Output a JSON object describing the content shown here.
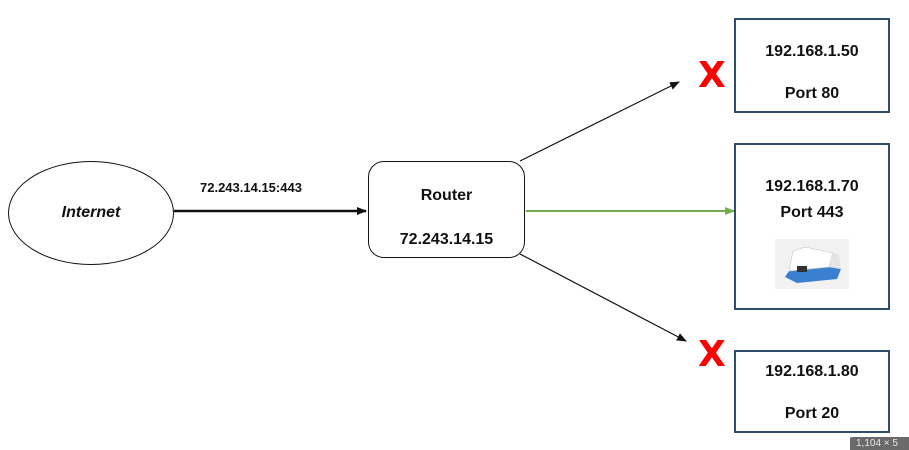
{
  "nodes": {
    "internet": {
      "label": "Internet"
    },
    "router": {
      "title": "Router",
      "ip": "72.243.14.15"
    },
    "hosts": [
      {
        "ip": "192.168.1.50",
        "port": "Port 80",
        "status": "blocked",
        "marker": "X"
      },
      {
        "ip": "192.168.1.70",
        "port": "Port 443",
        "status": "allowed"
      },
      {
        "ip": "192.168.1.80",
        "port": "Port 20",
        "status": "blocked",
        "marker": "X"
      }
    ]
  },
  "edges": {
    "inbound_label": "72.243.14.15:443"
  },
  "colors": {
    "line": "#111111",
    "allowed": "#70ad47",
    "blocked": "#ff0000",
    "host_border": "#2f4f70"
  },
  "status_tag": {
    "text": "1,104 × 5"
  }
}
